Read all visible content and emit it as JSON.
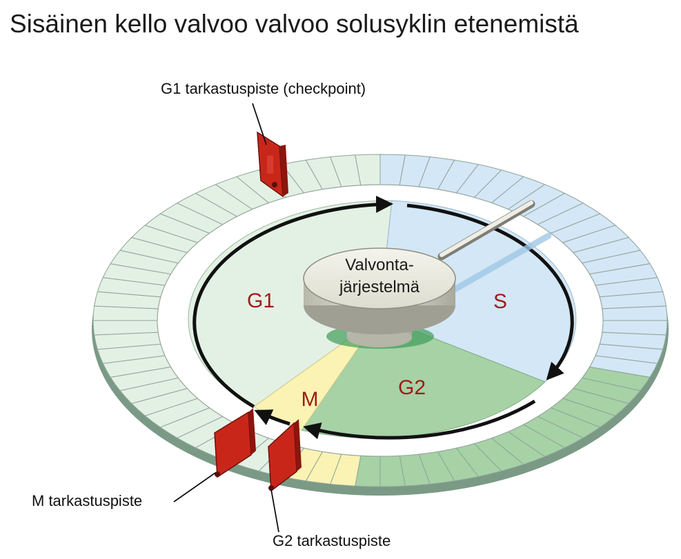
{
  "title": "Sisäinen kello valvoo valvoo solusyklin etenemistä",
  "hub": {
    "line1": "Valvonta-",
    "line2": "järjestelmä"
  },
  "phases": {
    "g1": "G1",
    "s": "S",
    "g2": "G2",
    "m": "M"
  },
  "checkpoints": {
    "g1": "G1 tarkastuspiste (checkpoint)",
    "m": "M tarkastuspiste",
    "g2": "G2 tarkastuspiste"
  },
  "colors": {
    "g1_fill": "#e3f1e4",
    "s_fill": "#d3e7f6",
    "g2_fill": "#a6d2a6",
    "m_fill": "#fbf3b3",
    "phase_label": "#a01a1a",
    "checkpoint_gate": "#d42a1e",
    "cycle_arrow": "#111111"
  }
}
